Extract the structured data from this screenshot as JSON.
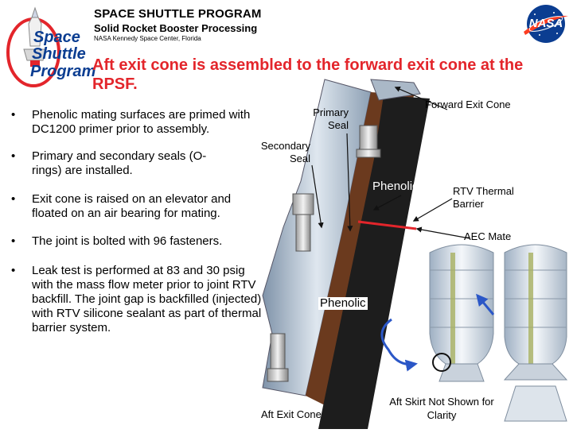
{
  "header": {
    "program": "SPACE SHUTTLE PROGRAM",
    "subprogram": "Solid Rocket Booster Processing",
    "location": "NASA Kennedy Space Center, Florida"
  },
  "logo": {
    "line1": "Space",
    "line2": "Shuttle",
    "line3": "Program"
  },
  "nasa_logo": {
    "text": "NASA"
  },
  "slide_title": "Aft exit cone is assembled to the forward exit cone at the RPSF.",
  "bullets": [
    "Phenolic mating surfaces are primed with DC1200 primer prior to assembly.",
    "Primary and secondary seals (O-rings) are installed.",
    "Exit cone is raised on an elevator and floated on an air bearing for mating.",
    "The joint is bolted with 96 fasteners.",
    "Leak test is performed at 83 and 30 psig with the mass flow meter prior to joint RTV backfill. The joint gap is backfilled (injected) with RTV silicone sealant as part of thermal barrier system."
  ],
  "bullet_symbol": "•",
  "diagram": {
    "forward_exit_cone": "Forward Exit Cone",
    "primary_seal": "Primary Seal",
    "secondary_seal": "Secondary Seal",
    "phenolic_top": "Phenolic",
    "rtv_thermal_barrier": "RTV Thermal Barrier",
    "aec_mate": "AEC Mate",
    "phenolic_bottom": "Phenolic",
    "aft_exit_cone": "Aft Exit Cone",
    "aft_skirt_note": "Aft Skirt Not Shown for Clarity"
  },
  "colors": {
    "title": "#e3252b",
    "nasa_blue": "#0b3d91",
    "nasa_red": "#fc3d21",
    "arrow_blue": "#2b57c7"
  }
}
